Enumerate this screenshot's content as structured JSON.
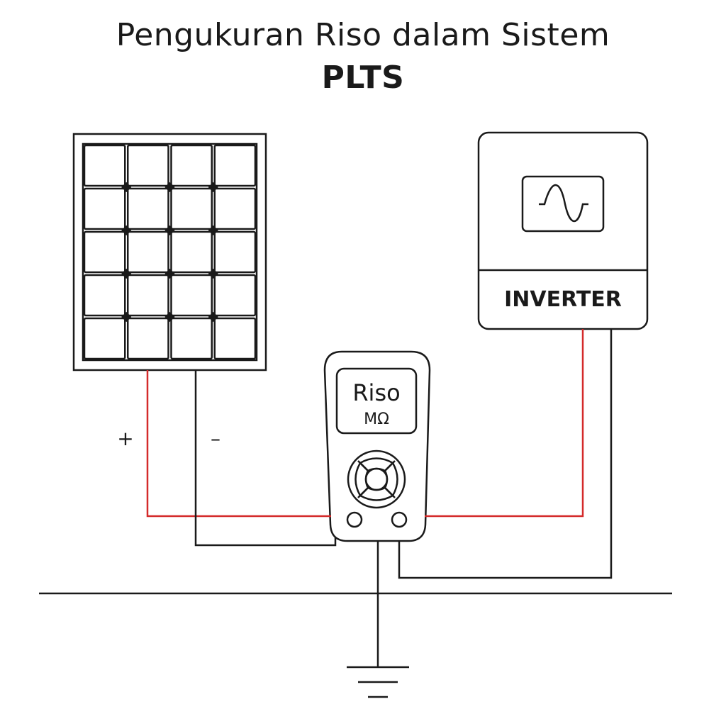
{
  "title": {
    "line1": "Pengukuran Riso dalam Sistem",
    "line2": "PLTS"
  },
  "inverter": {
    "label": "INVERTER",
    "display_icon": "sine-wave-icon"
  },
  "meter": {
    "display_main": "Riso",
    "display_unit": "MΩ"
  },
  "polarity": {
    "plus": "+",
    "minus": "–"
  },
  "colors": {
    "positive_wire": "#d42a2a",
    "negative_wire": "#1a1a1a",
    "outline": "#1a1a1a"
  }
}
